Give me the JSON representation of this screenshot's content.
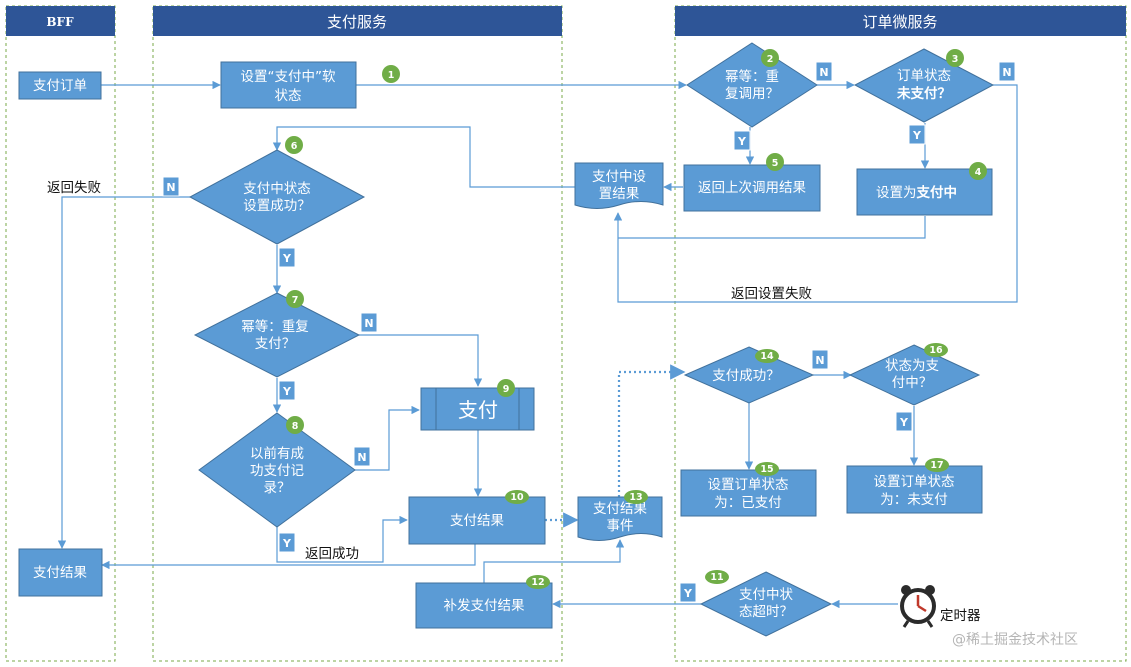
{
  "lanes": {
    "bff": "BFF",
    "payment": "支付服务",
    "order": "订单微服务"
  },
  "nodes": {
    "pay_order": "支付订单",
    "set_paying_soft": [
      "设置“支付中”软",
      "状态"
    ],
    "idem_retry": [
      "幂等：重",
      "复调用？"
    ],
    "order_status_unpaid": [
      "订单状态",
      "未支付？"
    ],
    "set_paying": [
      "设置为",
      "支付中"
    ],
    "return_last_result": "返回上次调用结果",
    "paying_set_result": [
      "支付中设",
      "置结果"
    ],
    "paying_state_ok": [
      "支付中状态",
      "设置成功？"
    ],
    "idem_pay": [
      "幂等：重复",
      "支付？"
    ],
    "pay": "支付",
    "prior_success": [
      "以前有成",
      "功支付记",
      "录？"
    ],
    "pay_result": "支付结果",
    "pay_result_event": [
      "支付结果",
      "事件"
    ],
    "pay_success_q": "支付成功？",
    "status_paying_q": [
      "状态为支",
      "付中？"
    ],
    "set_paid": [
      "设置订单状态",
      "为：已支付"
    ],
    "set_unpaid": [
      "设置订单状态",
      "为：未支付"
    ],
    "bff_pay_result": "支付结果",
    "resend_result": "补发支付结果",
    "paying_timeout": [
      "支付中状",
      "态超时？"
    ],
    "timer": "定时器"
  },
  "labels": {
    "return_fail": "返回失败",
    "return_set_fail": "返回设置失败",
    "return_success": "返回成功",
    "yes": "Y",
    "no": "N"
  },
  "steps": [
    "1",
    "2",
    "3",
    "4",
    "5",
    "6",
    "7",
    "8",
    "9",
    "10",
    "11",
    "12",
    "13",
    "14",
    "15",
    "16",
    "17"
  ],
  "watermark": "@稀土掘金技术社区",
  "colors": {
    "lane_header": "#2e5597",
    "box_fill": "#5b9bd5",
    "box_stroke": "#41719c",
    "badge_green": "#70ad47",
    "lane_border": "#7aa84a",
    "connector": "#5b9bd5",
    "timer_red": "#c0392b"
  }
}
